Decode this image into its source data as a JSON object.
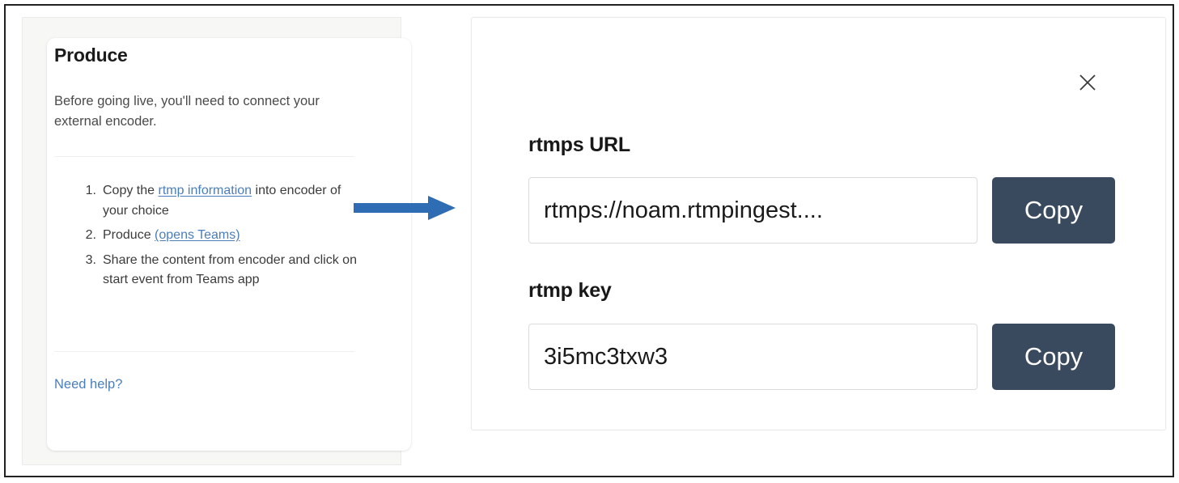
{
  "left_panel": {
    "title": "Produce",
    "subtitle": "Before going live, you'll need to connect your external encoder.",
    "steps": [
      {
        "number": "1.",
        "text_before": "Copy the ",
        "link": "rtmp information",
        "text_after": " into encoder of your choice"
      },
      {
        "number": "2.",
        "text_before": "Produce ",
        "link": "(opens Teams)",
        "text_after": ""
      },
      {
        "number": "3.",
        "text_before": "Share the content from encoder and click on start event from Teams app",
        "link": "",
        "text_after": ""
      }
    ],
    "need_help_label": "Need help?"
  },
  "arrow": {
    "name": "arrow-right-icon",
    "color": "#2e6db4"
  },
  "right_panel": {
    "close_label": "✕",
    "fields": [
      {
        "label": "rtmps URL",
        "value": "rtmps://noam.rtmpingest....",
        "placeholder": "rtmps URL",
        "copy_label": "Copy"
      },
      {
        "label": "rtmp key",
        "value": "3i5mc3txw3",
        "placeholder": "rtmp key",
        "copy_label": "Copy"
      }
    ]
  },
  "colors": {
    "link": "#4a7ebb",
    "copy_button_bg": "#3a4a5e",
    "arrow": "#2e6db4",
    "panel_bg": "#f7f7f5"
  }
}
